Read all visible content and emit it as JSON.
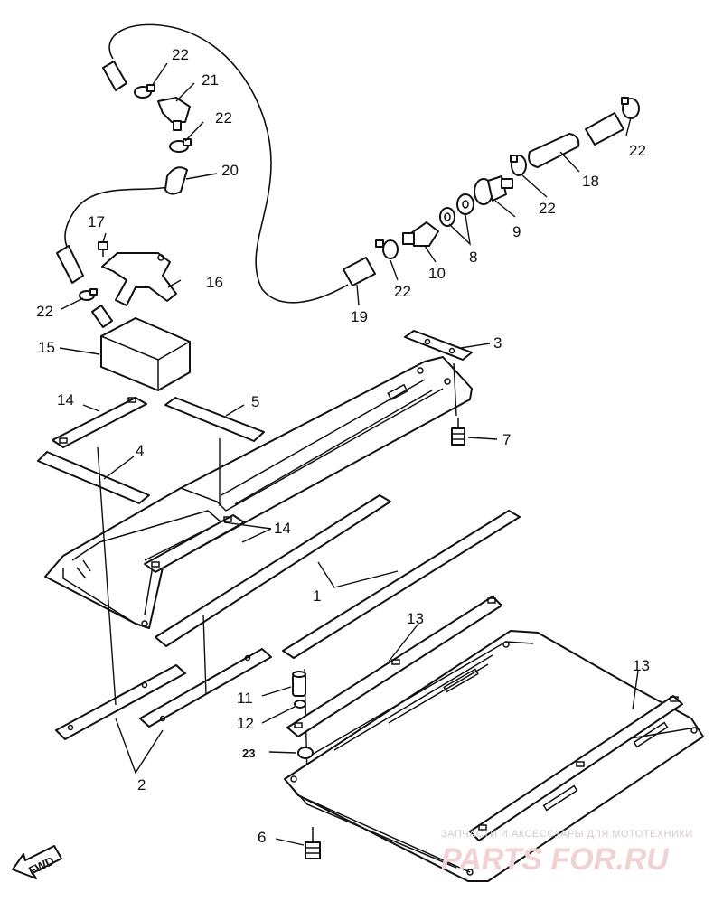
{
  "part_labels": {
    "p1": "1",
    "p2": "2",
    "p3": "3",
    "p4": "4",
    "p5": "5",
    "p6": "6",
    "p7": "7",
    "p8": "8",
    "p9": "9",
    "p10": "10",
    "p11": "11",
    "p12": "12",
    "p13a": "13",
    "p13b": "13",
    "p14a": "14",
    "p14b": "14",
    "p15": "15",
    "p16": "16",
    "p17": "17",
    "p18": "18",
    "p19": "19",
    "p20": "20",
    "p21": "21",
    "p22a": "22",
    "p22b": "22",
    "p22c": "22",
    "p22d": "22",
    "p22e": "22",
    "p22f": "22",
    "p23": "23"
  },
  "fwd_label": "FWD",
  "watermark": {
    "top_text": "ЗАПЧАСТИ И АКСЕССУАРЫ ДЛЯ МОТОТЕХНИКИ",
    "brand": "PARTS FOR.RU"
  },
  "colors": {
    "line": "#111111",
    "watermark": "#e8b9b9",
    "background": "#ffffff"
  }
}
